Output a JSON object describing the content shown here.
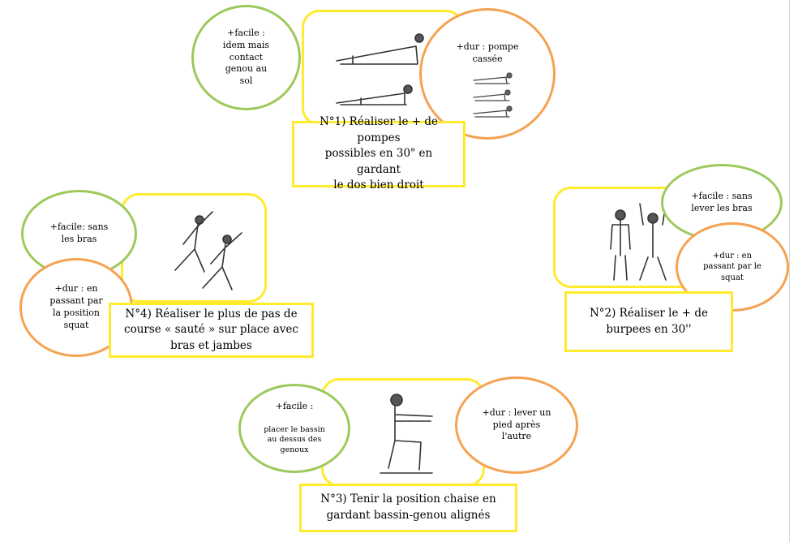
{
  "colors": {
    "yellow_frame": "#ffeb2e",
    "easier_circle": "#9dc95b",
    "harder_circle": "#f5a252",
    "arrow_blue": "#4a8fd6"
  },
  "steps": {
    "s1": {
      "caption": "N°1) Réaliser le + de pompes\npossibles en 30\" en gardant\nle dos bien droit",
      "easier": "+facile :\nidem mais\ncontact\ngenou au\nsol",
      "harder": "+dur :  pompe\ncassée"
    },
    "s2": {
      "caption": "N°2) Réaliser le + de\nburpees en 30''",
      "easier": "+facile : sans\nlever les bras",
      "harder": "+dur : en\npassant par le\nsquat"
    },
    "s3": {
      "caption": "N°3) Tenir la position chaise en\ngardant bassin-genou alignés",
      "easier_title": "+facile :",
      "easier_detail": "placer le bassin\nau dessus des\ngenoux",
      "harder": "+dur : lever un\npied après\nl'autre"
    },
    "s4": {
      "caption": "N°4) Réaliser le plus de pas de\ncourse « sauté » sur place avec\nbras et jambes",
      "easier": "+facile: sans\nles bras",
      "harder": "+dur : en\npassant par\nla position\nsquat"
    }
  },
  "icons": {
    "arrows": "curved-arrow-icon",
    "figures": "exercise-figure-icon"
  }
}
